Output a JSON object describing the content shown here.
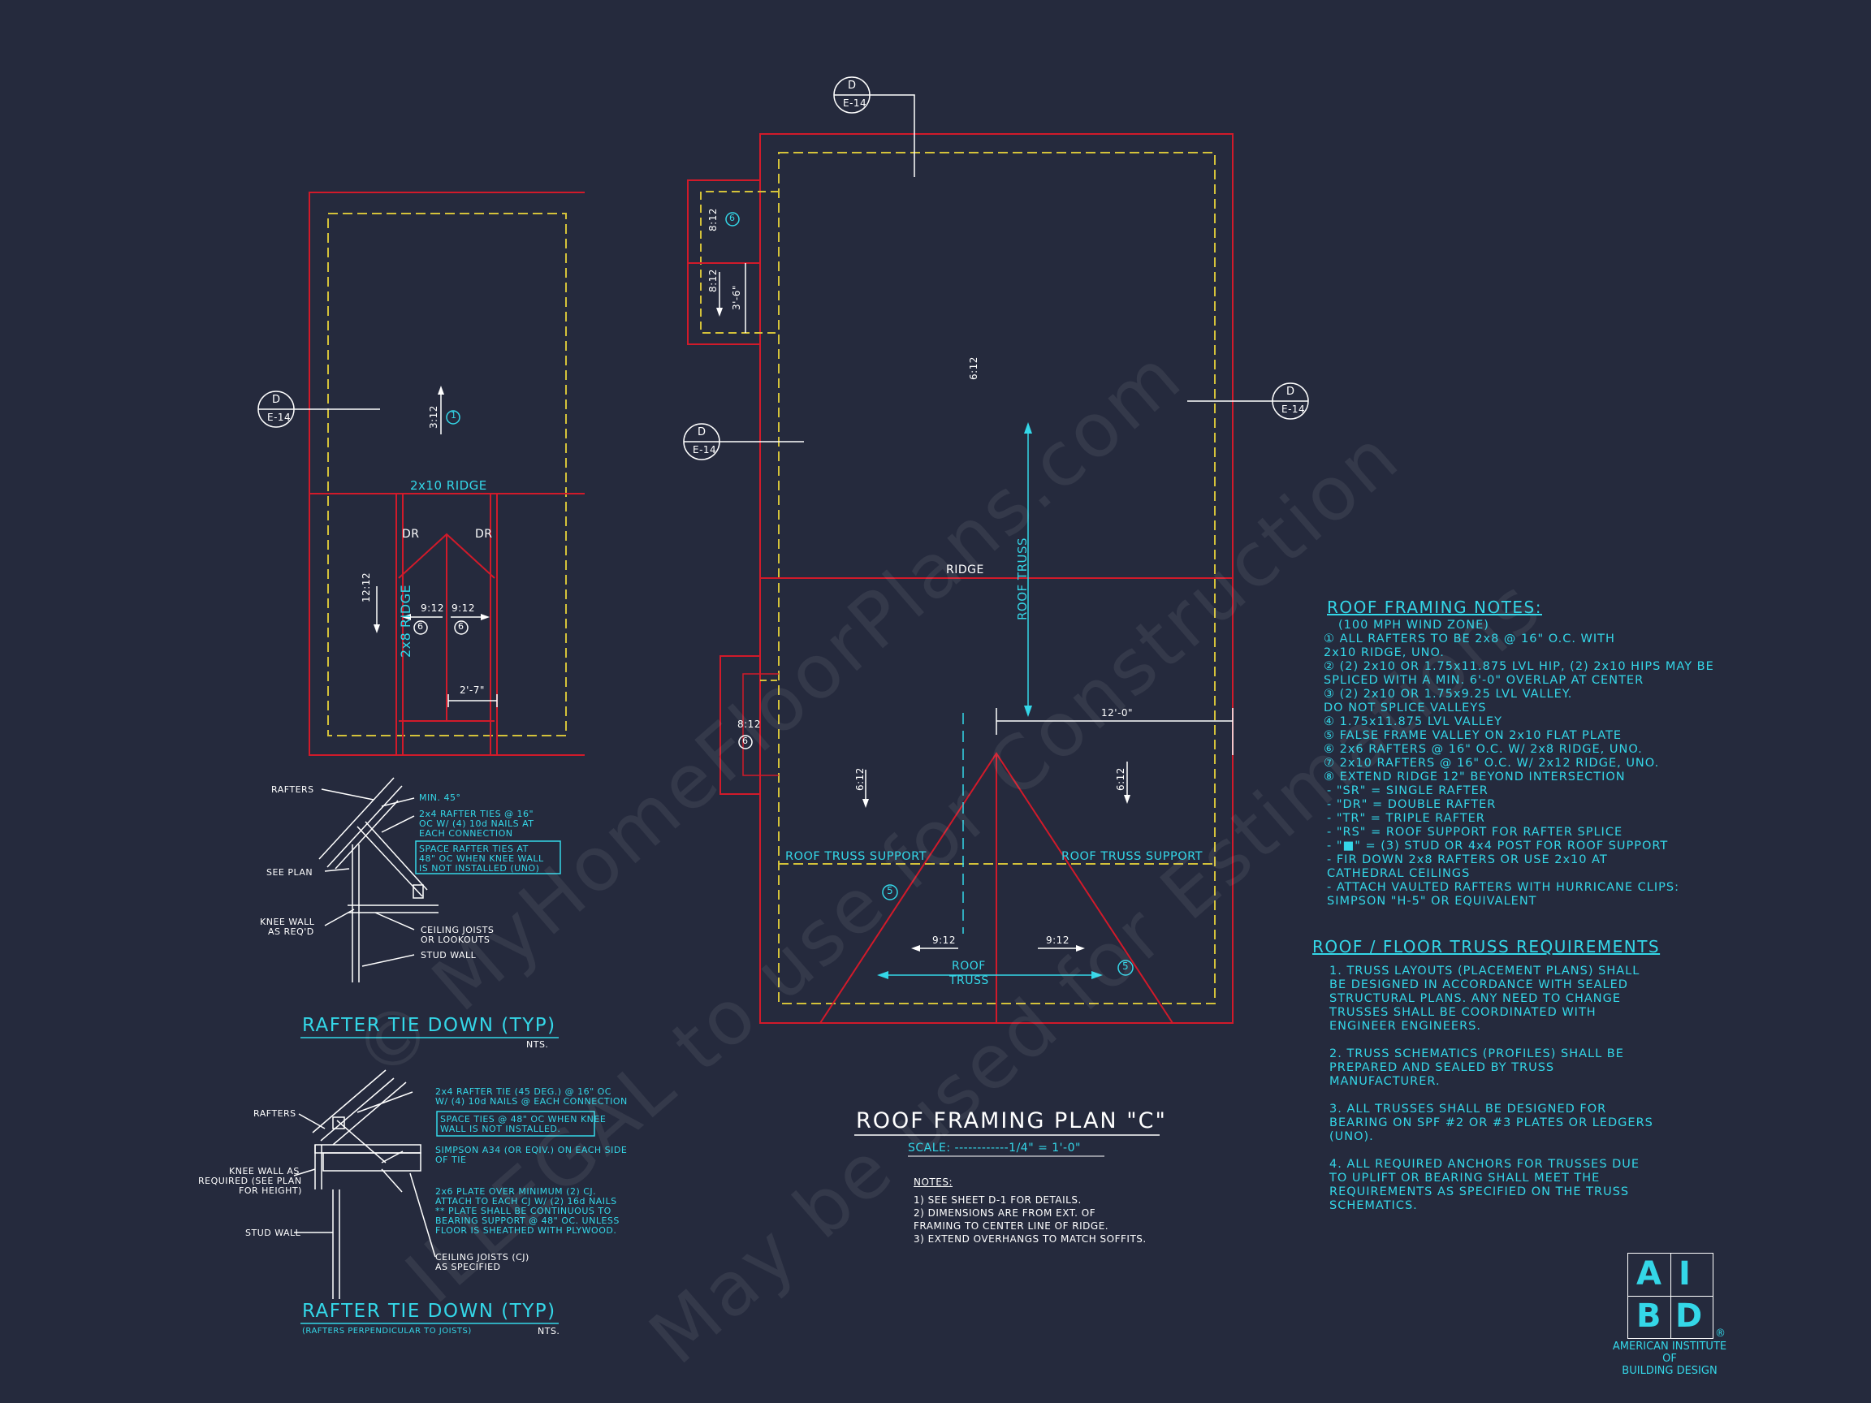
{
  "watermark": {
    "line1": "© MyHomeFloorPlans.com",
    "line2": "ILLEGAL to use for Construction",
    "line3": "May be used for Estimations"
  },
  "plan": {
    "title": "ROOF FRAMING PLAN \"C\"",
    "scale": "SCALE: ------------1/4\" = 1'-0\"",
    "notes_heading": "NOTES:",
    "notes": [
      "1)  SEE SHEET D-1 FOR DETAILS.",
      "2)  DIMENSIONS ARE FROM EXT. OF",
      "      FRAMING TO CENTER LINE OF RIDGE.",
      "3)  EXTEND OVERHANGS TO MATCH SOFFITS."
    ],
    "labels": {
      "ridge": "RIDGE",
      "roof_truss_vertical": "ROOF TRUSS",
      "roof_truss_support_left": "ROOF TRUSS SUPPORT",
      "roof_truss_support_right": "ROOF TRUSS SUPPORT",
      "roof_truss_bottom_1": "ROOF",
      "roof_truss_bottom_2": "TRUSS",
      "dim_12": "12'-0\"",
      "pitch_6_12_a": "6:12",
      "pitch_6_12_b": "6:12",
      "pitch_6_12_c": "6:12",
      "pitch_9_12_a": "9:12",
      "pitch_9_12_b": "9:12",
      "pitch_8_12_a": "8:12",
      "pitch_8_12_b": "8:12",
      "pitch_8_12_c": "8:12",
      "dim_3_6": "3'-6\"",
      "circle_5a": "5",
      "circle_5b": "5",
      "circle_6a": "6",
      "circle_6b": "6"
    },
    "left": {
      "ridge": "2x10 RIDGE",
      "ridge_vertical": "2x8 RIDGE",
      "dr_left": "DR",
      "dr_right": "DR",
      "pitch_3_12": "3:12",
      "pitch_12_12": "12:12",
      "pitch_9_12_a": "9:12",
      "pitch_9_12_b": "9:12",
      "dim_2_7": "2'-7\"",
      "circle_1": "1",
      "circle_6a": "6",
      "circle_6b": "6"
    },
    "section_tags": [
      {
        "top": "D",
        "bottom": "E-14"
      },
      {
        "top": "D",
        "bottom": "E-14"
      },
      {
        "top": "D",
        "bottom": "E-14"
      },
      {
        "top": "D",
        "bottom": "E-14"
      }
    ]
  },
  "roof_notes": {
    "title": "ROOF FRAMING NOTES:",
    "lines": [
      "(100 MPH WIND ZONE)",
      "① ALL RAFTERS TO BE 2x8 @ 16\" O.C. WITH",
      "     2x10 RIDGE, UNO.",
      "② (2) 2x10 OR 1.75x11.875 LVL HIP, (2) 2x10 HIPS MAY BE",
      "     SPLICED WITH A MIN. 6'-0\" OVERLAP AT CENTER",
      "③ (2) 2x10 OR 1.75x9.25 LVL VALLEY.",
      "     DO NOT SPLICE VALLEYS",
      "④ 1.75x11.875 LVL VALLEY",
      "⑤ FALSE FRAME VALLEY ON 2x10 FLAT PLATE",
      "⑥ 2x6 RAFTERS @ 16\" O.C. W/ 2x8 RIDGE, UNO.",
      "⑦ 2x10 RAFTERS @ 16\" O.C. W/ 2x12 RIDGE, UNO.",
      "⑧ EXTEND RIDGE 12\" BEYOND INTERSECTION",
      "-  \"SR\" = SINGLE RAFTER",
      "-  \"DR\" = DOUBLE RAFTER",
      "-  \"TR\" = TRIPLE RAFTER",
      "-  \"RS\" = ROOF SUPPORT FOR RAFTER SPLICE",
      "-  \"■\"  = (3) STUD OR 4x4 POST FOR ROOF SUPPORT",
      "-  FIR DOWN 2x8 RAFTERS OR USE 2x10 AT",
      "     CATHEDRAL CEILINGS",
      "-  ATTACH VAULTED RAFTERS WITH HURRICANE CLIPS:",
      "     SIMPSON \"H-5\" OR EQUIVALENT"
    ]
  },
  "truss_requirements": {
    "title": "ROOF / FLOOR  TRUSS REQUIREMENTS",
    "lines": [
      "1. TRUSS LAYOUTS (PLACEMENT PLANS) SHALL",
      "BE DESIGNED IN ACCORDANCE WITH SEALED",
      "STRUCTURAL PLANS. ANY NEED TO CHANGE",
      "TRUSSES SHALL BE COORDINATED WITH",
      "ENGINEER ENGINEERS.",
      "",
      "2. TRUSS SCHEMATICS (PROFILES) SHALL BE",
      "PREPARED AND SEALED BY TRUSS",
      "MANUFACTURER.",
      "",
      "3. ALL TRUSSES SHALL BE DESIGNED FOR",
      "BEARING ON SPF #2 OR #3 PLATES OR LEDGERS",
      "(UNO).",
      "",
      "4. ALL REQUIRED ANCHORS FOR TRUSSES DUE",
      "TO UPLIFT OR BEARING SHALL MEET THE",
      "REQUIREMENTS AS SPECIFIED ON THE TRUSS",
      "SCHEMATICS."
    ]
  },
  "detail1": {
    "title": "RAFTER TIE DOWN (TYP)",
    "nts": "NTS.",
    "rafters": "RAFTERS",
    "min45": "MIN. 45°",
    "ties_1": "2x4 RAFTER TIES @ 16\"",
    "ties_2": "OC W/ (4) 10d NAILS AT",
    "ties_3": "EACH CONNECTION",
    "box_1": "SPACE RAFTER TIES AT",
    "box_2": "48\" OC WHEN KNEE WALL",
    "box_3": "IS NOT INSTALLED (UNO)",
    "see_plan": "SEE PLAN",
    "knee_1": "KNEE WALL",
    "knee_2": "AS REQ'D",
    "ceiling_1": "CEILING JOISTS",
    "ceiling_2": "OR LOOKOUTS",
    "stud": "STUD WALL"
  },
  "detail2": {
    "title": "RAFTER TIE DOWN (TYP)",
    "subtitle": "(RAFTERS PERPENDICULAR TO JOISTS)",
    "nts": "NTS.",
    "rafters": "RAFTERS",
    "tie_1": "2x4 RAFTER TIE (45 DEG.) @ 16\" OC",
    "tie_2": "W/ (4) 10d NAILS @ EACH CONNECTION",
    "box_1": "SPACE TIES @ 48\" OC WHEN KNEE",
    "box_2": "WALL IS NOT INSTALLED.",
    "simpson_1": "SIMPSON A34 (OR EQIV.) ON EACH SIDE",
    "simpson_2": "OF TIE",
    "knee_1": "KNEE WALL AS",
    "knee_2": "REQUIRED (SEE PLAN",
    "knee_3": "FOR HEIGHT)",
    "plate_1": "2x6 PLATE OVER MINIMUM (2) CJ.",
    "plate_2": "ATTACH TO EACH CJ W/ (2) 16d NAILS",
    "plate_3": "** PLATE SHALL BE CONTINUOUS TO",
    "plate_4": "BEARING SUPPORT @ 48\" OC. UNLESS",
    "plate_5": "FLOOR IS SHEATHED WITH PLYWOOD.",
    "stud": "STUD WALL",
    "cj_1": "CEILING JOISTS (CJ)",
    "cj_2": "AS SPECIFIED"
  },
  "logo": {
    "a": "A",
    "i": "I",
    "b": "B",
    "d": "D",
    "reg": "®",
    "name_1": "AMERICAN INSTITUTE",
    "name_2": "OF",
    "name_3": "BUILDING DESIGN"
  },
  "colors": {
    "background": "#252a3d",
    "wall": "#d11a2a",
    "dashed": "#d4c23a",
    "accent": "#34d7e8",
    "linework": "#ffffff"
  }
}
